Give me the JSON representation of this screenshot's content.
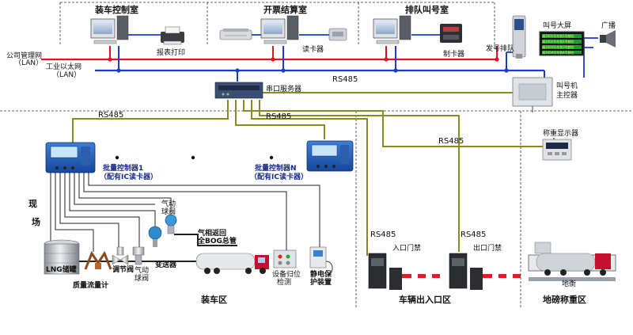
{
  "rooms": {
    "loading_control": "装车控制室",
    "ticketing": "开票结算室",
    "queue_call": "排队叫号室"
  },
  "networks": {
    "company_lan": "公司管理网",
    "company_lan_sub": "（LAN）",
    "ethernet": "工业以太网",
    "ethernet_sub": "（LAN）"
  },
  "devices": {
    "report_printer": "报表打印",
    "card_reader": "读卡器",
    "card_maker": "制卡器",
    "queue_kiosk": "发号排队",
    "call_screen": "叫号大屏",
    "broadcast": "广播",
    "call_controller_1": "叫号机",
    "call_controller_2": "主控器",
    "serial_server": "串口服务器",
    "weigh_display": "称重显示器",
    "batch_ctrl_1_line1": "批量控制器1",
    "batch_ctrl_1_line2": "（配有IC读卡器）",
    "batch_ctrl_n_line1": "批量控制器N",
    "batch_ctrl_n_line2": "（配有IC读卡器）",
    "pneumatic_valve_top_1": "气动",
    "pneumatic_valve_top_2": "球阀",
    "gas_return_1": "气相返回",
    "gas_return_2": "全BOG总管",
    "lng_tank": "LNG储罐",
    "flow_meter": "质量流量计",
    "reg_valve": "调节阀",
    "pneumatic_valve_1": "气动",
    "pneumatic_valve_2": "球阀",
    "transmitter": "变送器",
    "reset_detect_1": "设备归位",
    "reset_detect_2": "检测",
    "static_protect_1": "静电保",
    "static_protect_2": "护装置",
    "entry_gate": "入口门禁",
    "exit_gate": "出口门禁",
    "scale": "地衡"
  },
  "screen_rows": [
    "请1001号车到1号鹤位",
    "请1002号车到2号鹤位",
    "请1003号车到3号鹤位",
    "请1004号车到4号鹤位"
  ],
  "protocol": {
    "rs485_a": "RS485",
    "rs485_b": "RS485",
    "rs485_c": "RS485",
    "rs485_d": "RS485",
    "rs485_e": "RS485",
    "rs485_f": "RS485"
  },
  "site": {
    "label_1": "现",
    "label_2": "场"
  },
  "zones": {
    "loading": "装车区",
    "vehicle_gate": "车辆出入口区",
    "weighbridge": "地磅称重区"
  },
  "colors": {
    "company_lan": "#e0141e",
    "ethernet": "#1a3ec8",
    "rs485": "#8a8a1e",
    "control_wire": "#222222"
  }
}
